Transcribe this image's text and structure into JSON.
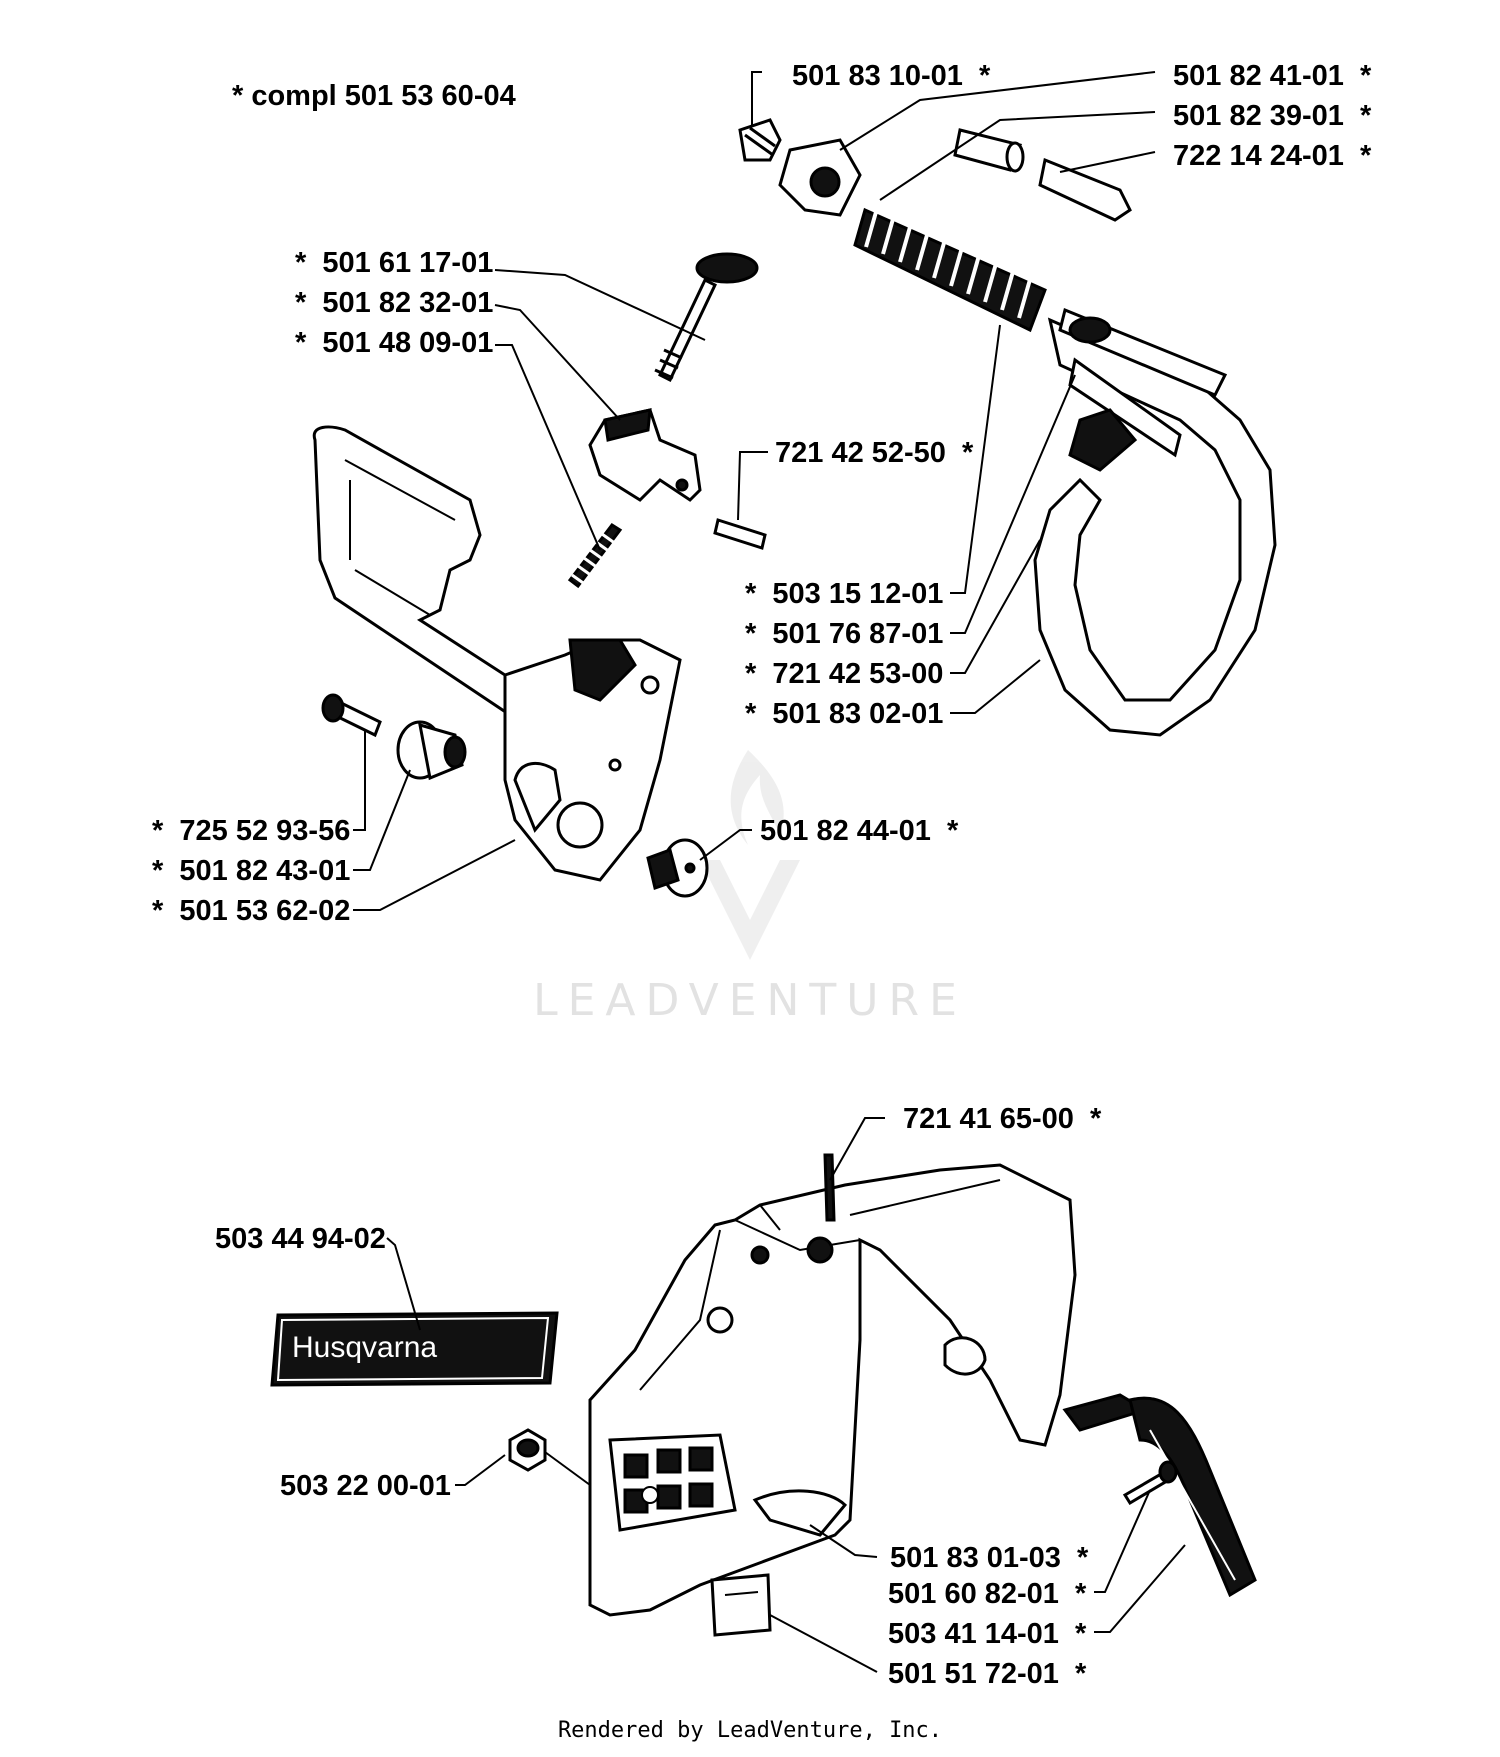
{
  "note": "* compl 501 53 60-04",
  "labels": {
    "l_501_83_10_01": "501 83 10-01  *",
    "l_501_82_41_01": "501 82 41-01  *",
    "l_501_82_39_01": "501 82 39-01  *",
    "l_722_14_24_01": "722 14 24-01  *",
    "l_501_61_17_01": "*  501 61 17-01",
    "l_501_82_32_01": "*  501 82 32-01",
    "l_501_48_09_01": "*  501 48 09-01",
    "l_721_42_52_50": "721 42 52-50  *",
    "l_503_15_12_01": "*  503 15 12-01",
    "l_501_76_87_01": "*  501 76 87-01",
    "l_721_42_53_00": "*  721 42 53-00",
    "l_501_83_02_01": "*  501 83 02-01",
    "l_725_52_93_56": "*  725 52 93-56",
    "l_501_82_43_01": "*  501 82 43-01",
    "l_501_53_62_02": "*  501 53 62-02",
    "l_501_82_44_01": "501 82 44-01  *",
    "l_721_41_65_00": "721 41 65-00  *",
    "l_503_44_94_02": "503 44 94-02",
    "l_503_22_00_01": "503 22 00-01",
    "l_501_83_01_03": "501 83 01-03  *",
    "l_501_60_82_01": "501 60 82-01  *",
    "l_503_41_14_01": "503 41 14-01  *",
    "l_501_51_72_01": "501 51 72-01  *"
  },
  "decal_text": "Husqvarna",
  "watermark_text": "LEADVENTURE",
  "footer": "Rendered by LeadVenture, Inc."
}
